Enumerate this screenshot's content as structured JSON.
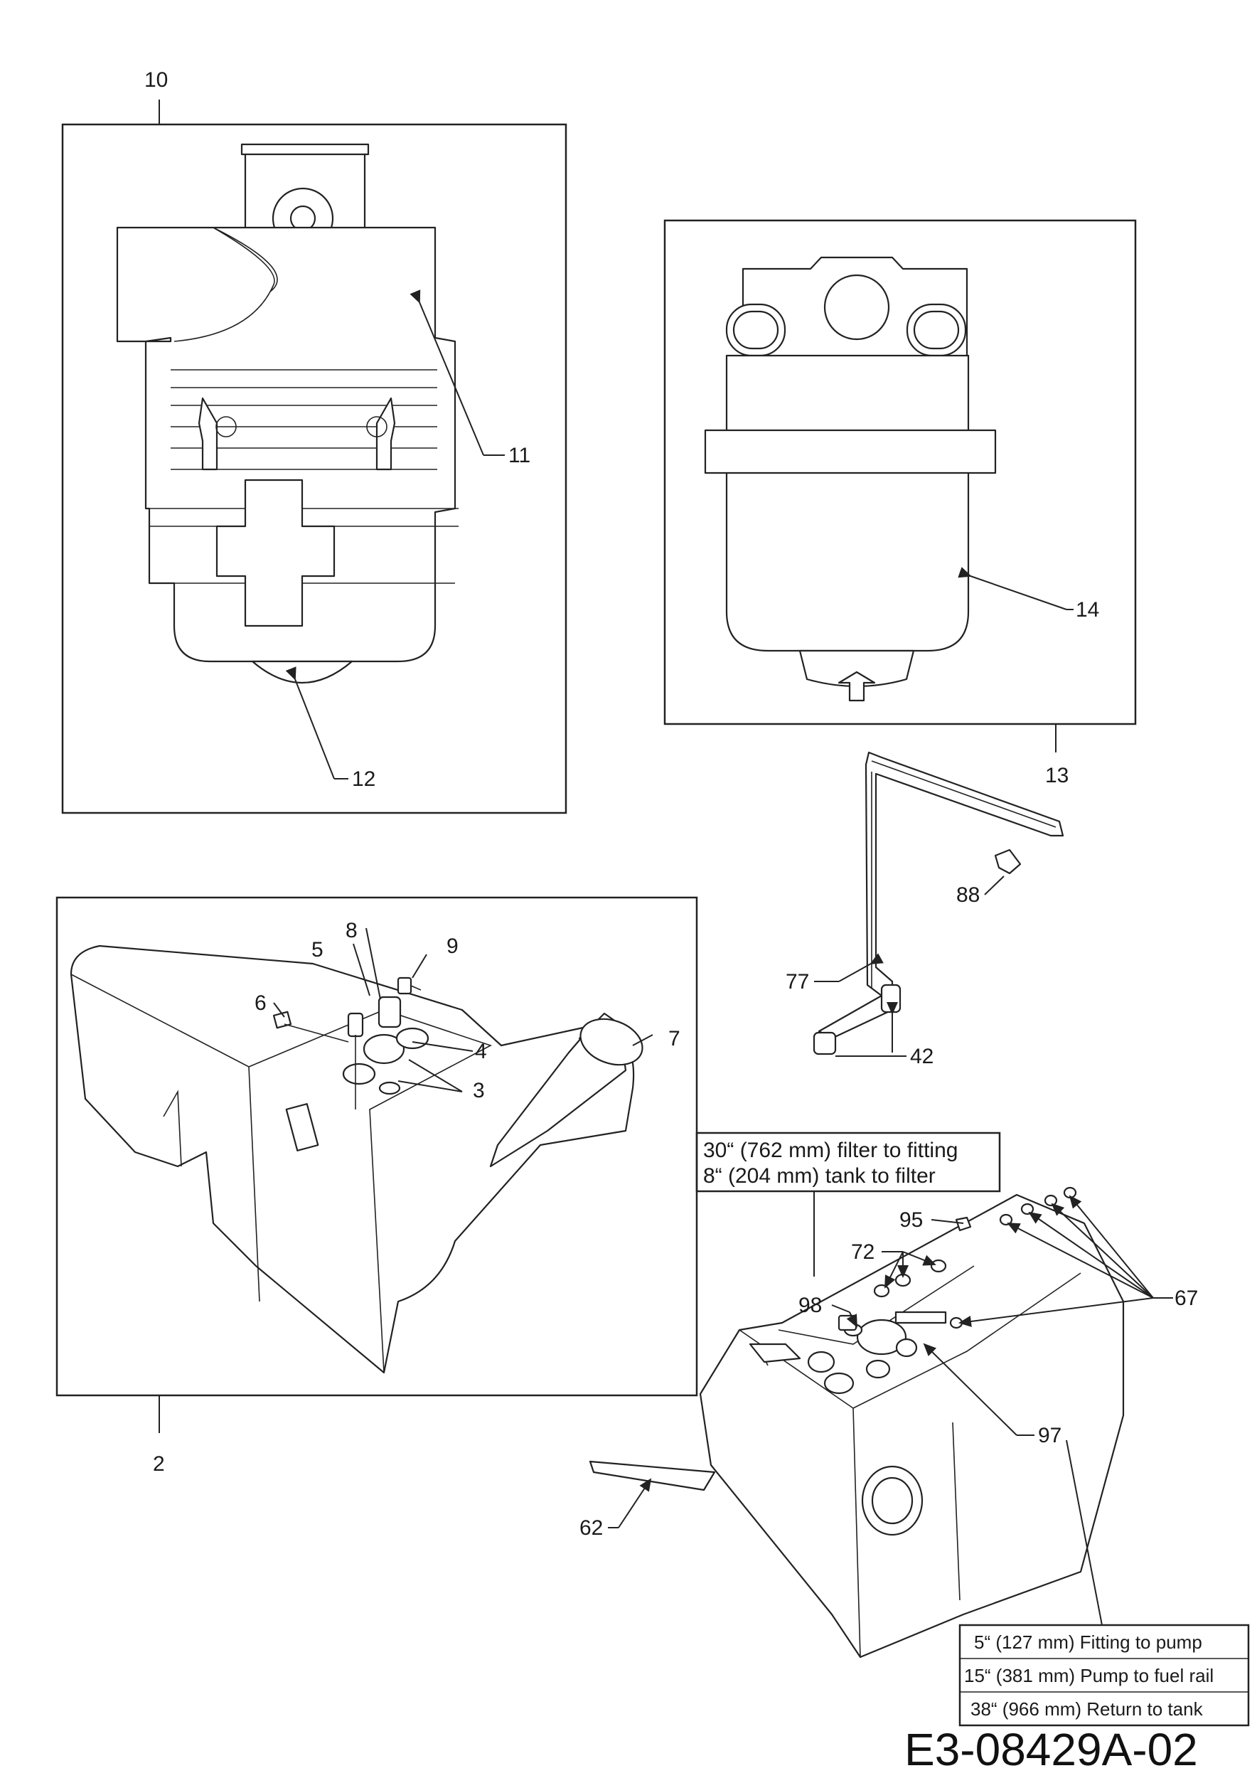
{
  "callouts": {
    "c2": "2",
    "c3": "3",
    "c4": "4",
    "c5": "5",
    "c6": "6",
    "c7": "7",
    "c8": "8",
    "c9": "9",
    "c10": "10",
    "c11": "11",
    "c12": "12",
    "c13": "13",
    "c14": "14",
    "c42": "42",
    "c62": "62",
    "c67": "67",
    "c72": "72",
    "c77": "77",
    "c88": "88",
    "c95": "95",
    "c97": "97",
    "c98": "98"
  },
  "notes": {
    "filter_line1": "30“ (762 mm) filter to fitting",
    "filter_line2": "8“ (204 mm) tank to filter",
    "hose_line1": "5“ (127 mm) Fitting to pump",
    "hose_line2": "15“ (381 mm) Pump to fuel rail",
    "hose_line3": "38“ (966 mm) Return to tank"
  },
  "diagram_code": "E3-08429A-02"
}
